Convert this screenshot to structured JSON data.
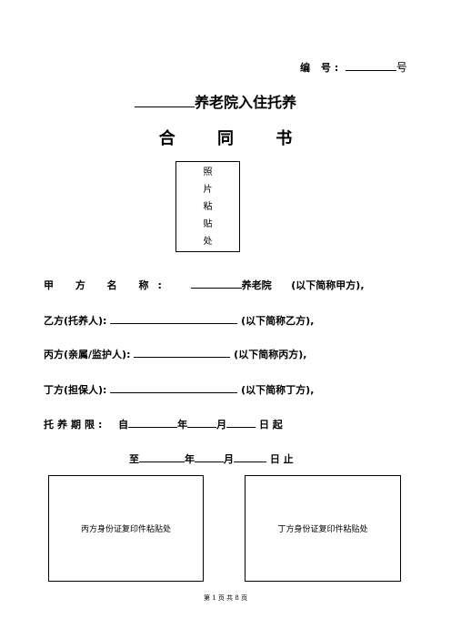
{
  "header": {
    "serial_label": "编 号:",
    "serial_suffix": "号"
  },
  "title": {
    "line1": "养老院入住托养",
    "line2": "合 同 书"
  },
  "photo_box": {
    "chars": [
      "照",
      "片",
      "粘",
      "贴",
      "处"
    ]
  },
  "parties": {
    "party_a_label": "甲 方 名 称:",
    "party_a_suffix": "养老院",
    "party_a_note": "(以下简称甲方),",
    "party_b_label": "乙方(托养人):",
    "party_b_note": "(以下简称乙方),",
    "party_c_label": "丙方(亲属/监护人):",
    "party_c_note": "(以下简称丙方),",
    "party_d_label": "丁方(担保人):",
    "party_d_note": "(以下简称丁方),"
  },
  "term": {
    "label": "托养期限:",
    "from": "自",
    "year": "年",
    "month": "月",
    "day_start": "日 起",
    "to": "至",
    "day_end": "日 止"
  },
  "id_boxes": {
    "c": "丙方身份证复印件粘贴处",
    "d": "丁方身份证复印件粘贴处"
  },
  "footer": {
    "text": "第 1 页 共 8 页"
  }
}
